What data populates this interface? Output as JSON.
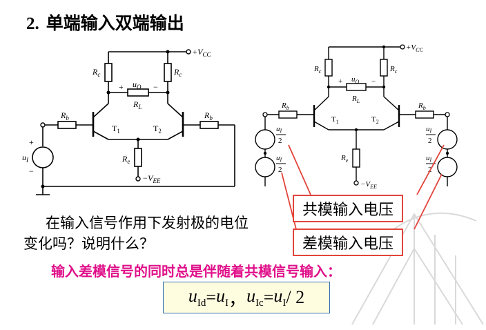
{
  "title": {
    "number": "2.",
    "text": "单端输入双端输出"
  },
  "circuit_left": {
    "vcc": "+V",
    "vcc_sub": "CC",
    "rc": "R",
    "rc_sub": "c",
    "rb": "R",
    "rb_sub": "b",
    "re": "R",
    "re_sub": "e",
    "rl": "R",
    "rl_sub": "L",
    "uo": "u",
    "uo_sub": "O",
    "t1": "T",
    "t1_sub": "1",
    "t2": "T",
    "t2_sub": "2",
    "vee": "−V",
    "vee_sub": "EE",
    "ui": "u",
    "ui_sub": "I",
    "plus": "+",
    "minus": "−"
  },
  "circuit_right": {
    "half_input_num": "u",
    "half_input_sub": "I",
    "half_input_den": "2"
  },
  "callouts": {
    "common_mode": "共模输入电压",
    "diff_mode": "差模输入电压"
  },
  "question": "在输入信号作用下发射极的电位变化吗？说明什么？",
  "conclusion": "输入差模信号的同时总是伴随着共模信号输入：",
  "formula": {
    "u": "u",
    "id_sub": "Id",
    "eq": " = ",
    "i_sub": "I",
    "sep": "，",
    "ic_sub": "Ic",
    "over2": " / 2"
  }
}
